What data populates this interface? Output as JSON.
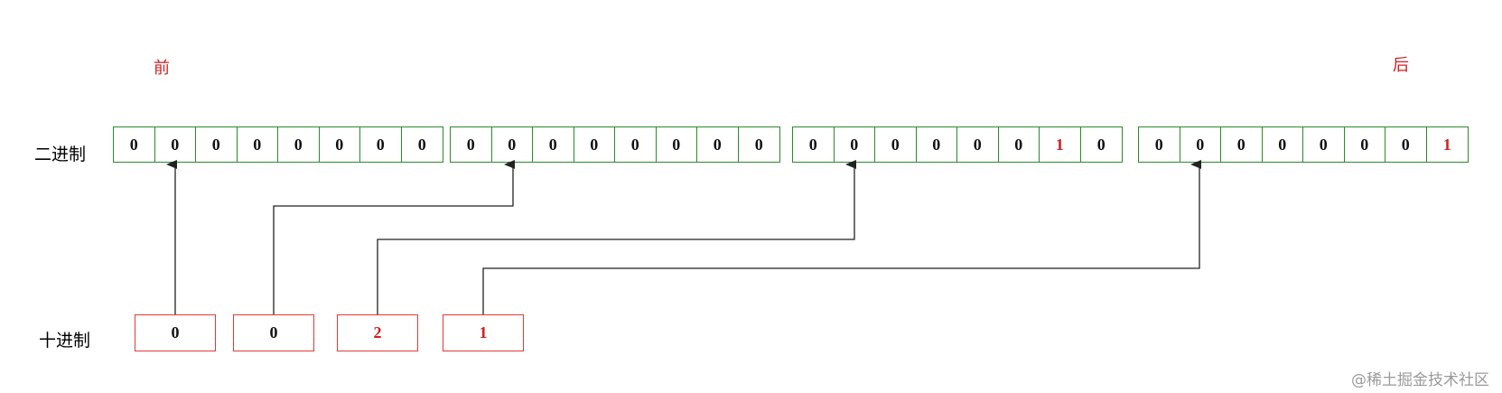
{
  "labels": {
    "front": "前",
    "back": "后",
    "binary": "二进制",
    "decimal": "十进制"
  },
  "bytes": [
    [
      "0",
      "0",
      "0",
      "0",
      "0",
      "0",
      "0",
      "0"
    ],
    [
      "0",
      "0",
      "0",
      "0",
      "0",
      "0",
      "0",
      "0"
    ],
    [
      "0",
      "0",
      "0",
      "0",
      "0",
      "0",
      "1",
      "0"
    ],
    [
      "0",
      "0",
      "0",
      "0",
      "0",
      "0",
      "0",
      "1"
    ]
  ],
  "decimals": [
    "0",
    "0",
    "2",
    "1"
  ],
  "watermark": "@稀土掘金技术社区",
  "colors": {
    "grid_border": "#2b8a2b",
    "decimal_border": "#e53935",
    "highlight_text": "#d01f1f",
    "arrow": "#222222"
  }
}
